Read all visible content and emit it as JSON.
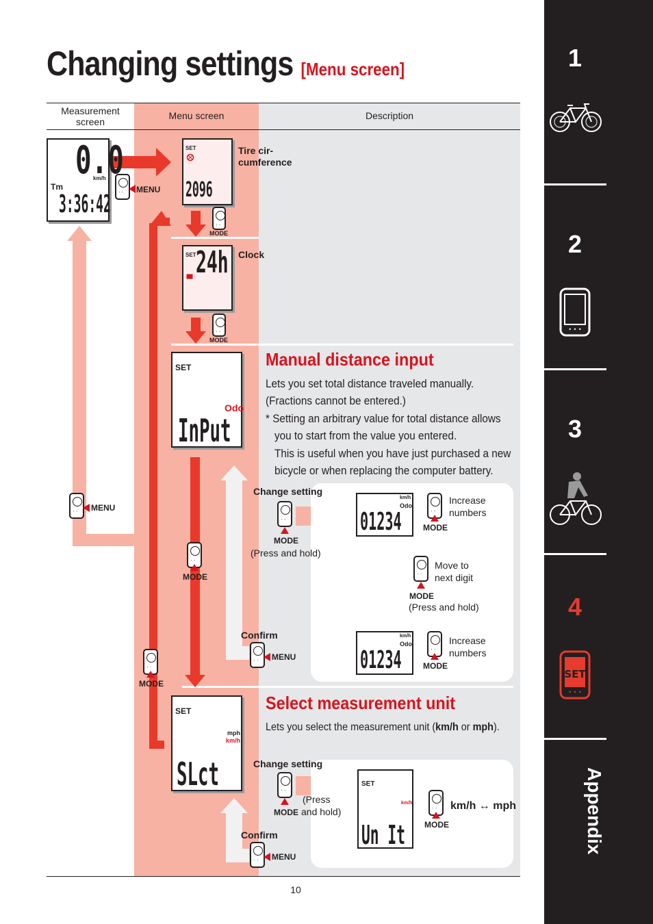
{
  "header": {
    "title": "Changing settings",
    "subtitle": "[Menu screen]"
  },
  "columns": {
    "measurement": "Measurement screen",
    "menu": "Menu screen",
    "description": "Description"
  },
  "measurement_display": {
    "speed": "0.0",
    "speed_unit": "km/h",
    "tm_label": "Tm",
    "time": "3:36:42"
  },
  "buttons": {
    "menu": "MENU",
    "mode": "MODE"
  },
  "menu_items": {
    "tire": {
      "label": "Tire cir-cumference",
      "set": "SET",
      "value": "2096"
    },
    "clock": {
      "label": "Clock",
      "set": "SET",
      "value": "24h"
    }
  },
  "manual": {
    "title": "Manual distance input",
    "lines": [
      "Lets you set total distance traveled manually.",
      "(Fractions cannot be entered.)",
      "* Setting an arbitrary value for total distance allows",
      "you to start from the value you entered.",
      "This is useful when you have just purchased a new",
      "bicycle or when replacing the computer battery."
    ],
    "lcd": {
      "set": "SET",
      "odo": "Odo",
      "text": "InPut"
    },
    "change_setting": "Change setting",
    "press_hold": "(Press and hold)",
    "confirm": "Confirm",
    "digits_1": "01234",
    "digits_2": "01234",
    "unit": "km/h",
    "odo": "Odo",
    "increase": "Increase numbers",
    "move_next": "Move to next digit",
    "press_hold_2": "(Press and hold)"
  },
  "unit_section": {
    "title": "Select measurement unit",
    "desc_prefix": "Lets you select the measurement unit (",
    "kmh": "km/h",
    "or": "or",
    "mph": "mph",
    "desc_suffix": ").",
    "lcd": {
      "set": "SET",
      "mph": "mph",
      "kmh": "km/h",
      "text": "SLct"
    },
    "change_setting": "Change setting",
    "press": "(Press",
    "and_hold": "and hold)",
    "confirm": "Confirm",
    "unit_lcd": {
      "set": "SET",
      "kmh": "km/h",
      "text": "Un It"
    },
    "toggle": "km/h ↔ mph"
  },
  "sidebar": {
    "tabs": [
      "1",
      "2",
      "3",
      "4"
    ],
    "appendix": "Appendix",
    "set_icon_text": "SET"
  },
  "page_number": "10",
  "colors": {
    "accent_red": "#d7141f",
    "salmon": "#f7b2a3",
    "gray_bg": "#e6e7e8",
    "dark": "#231f20"
  }
}
